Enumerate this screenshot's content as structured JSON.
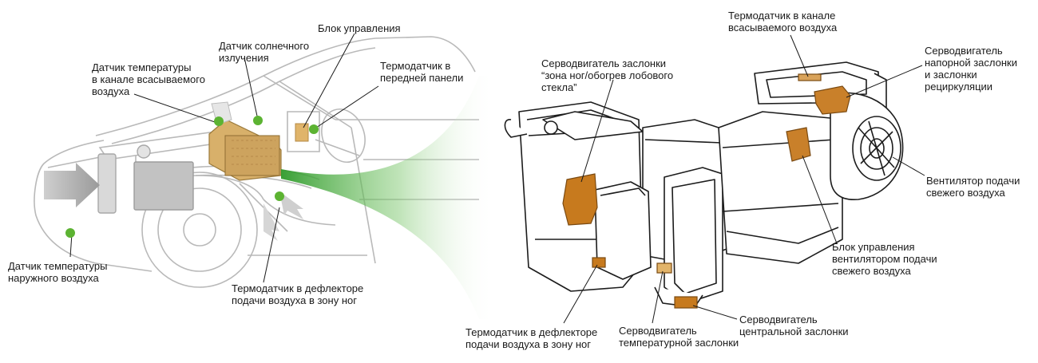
{
  "colors": {
    "sensor": "#5cb332",
    "component": "#d4a25a",
    "actuator": "#c77a1e",
    "beam": "#4caa3a",
    "outline": "#1c1c1c",
    "car_line": "#b9b9b9"
  },
  "labels": {
    "control_unit": [
      "Блок управления"
    ],
    "solar_sensor": [
      "Датчик солнечного",
      "излучения"
    ],
    "intake_temp_sensor": [
      "Датчик температуры",
      "в канале всасываемого",
      "воздуха"
    ],
    "panel_thermosensor": [
      "Термодатчик в",
      "передней панели"
    ],
    "outside_temp_sensor": [
      "Датчик температуры",
      "наружного воздуха"
    ],
    "foot_deflector_sensor_left": [
      "Термодатчик в дефлекторе",
      "подачи воздуха в зону ног"
    ],
    "intake_thermosensor_right": [
      "Термодатчик в канале",
      "всасываемого воздуха"
    ],
    "foot_defrost_actuator": [
      "Серводвигатель заслонки",
      "“зона ног/обогрев лобового",
      "стекла”"
    ],
    "intake_recirc_actuator": [
      "Серводвигатель",
      "напорной заслонки",
      "и заслонки",
      "рециркуляции"
    ],
    "fan": [
      "Вентилятор подачи",
      "свежего воздуха"
    ],
    "fan_control_unit": [
      "Блок управления",
      "вентилятором подачи",
      "свежего воздуха"
    ],
    "central_actuator": [
      "Серводвигатель",
      "центральной заслонки"
    ],
    "temp_actuator": [
      "Серводвигатель",
      "температурной заслонки"
    ],
    "foot_deflector_sensor_right": [
      "Термодатчик в дефлекторе",
      "подачи воздуха в зону ног"
    ]
  }
}
